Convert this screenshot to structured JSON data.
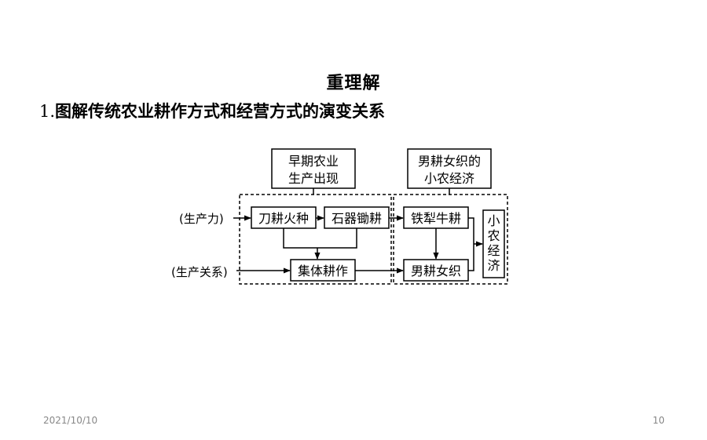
{
  "slide": {
    "heading": "重理解",
    "subtitle_number": "1.",
    "subtitle_text": "图解传统农业耕作方式和经营方式的演变关系"
  },
  "diagram": {
    "top_left_box": [
      "早期农业",
      "生产出现"
    ],
    "top_right_box": [
      "男耕女织的",
      "小农经济"
    ],
    "row_labels": {
      "productivity": "(生产力)",
      "relations": "(生产关系)"
    },
    "nodes": {
      "slash_burn": "刀耕火种",
      "stone_tools": "石器锄耕",
      "collective": "集体耕作",
      "iron_plough": "铁犁牛耕",
      "men_farm_women_weave": "男耕女织",
      "small_peasant": [
        "小",
        "农",
        "经",
        "济"
      ]
    }
  },
  "footer": {
    "date": "2021/10/10",
    "page": "10"
  }
}
